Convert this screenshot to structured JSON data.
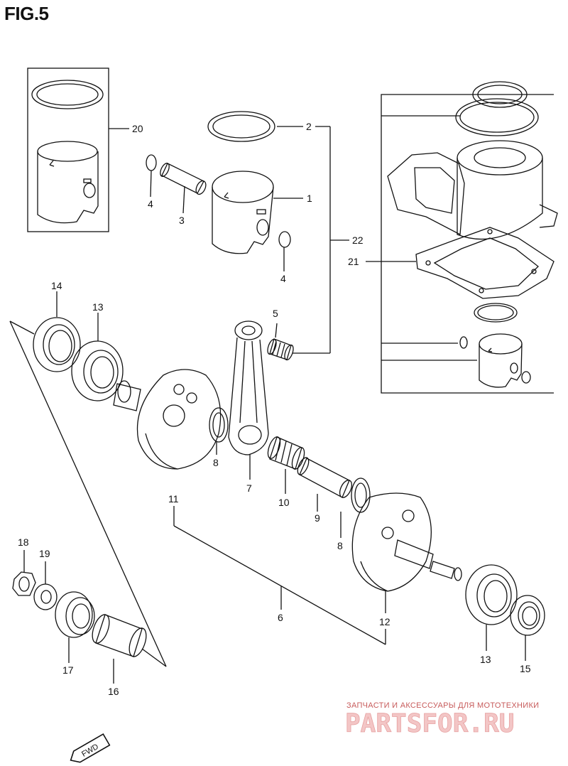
{
  "figure": {
    "title": "FIG.5"
  },
  "labels": {
    "p1": "1",
    "p2": "2",
    "p3": "3",
    "p4a": "4",
    "p4b": "4",
    "p5": "5",
    "p6": "6",
    "p7": "7",
    "p8a": "8",
    "p8b": "8",
    "p9": "9",
    "p10": "10",
    "p11": "11",
    "p12": "12",
    "p13a": "13",
    "p13b": "13",
    "p14": "14",
    "p15": "15",
    "p16": "16",
    "p17": "17",
    "p18": "18",
    "p19": "19",
    "p20": "20",
    "p21": "21",
    "p22": "22"
  },
  "watermark": {
    "tagline": "ЗАПЧАСТИ И АКСЕССУАРЫ ДЛЯ МОТОТЕХНИКИ",
    "brand": "PARTSFOR.RU"
  },
  "fwd_badge": {
    "text": "FWD"
  }
}
